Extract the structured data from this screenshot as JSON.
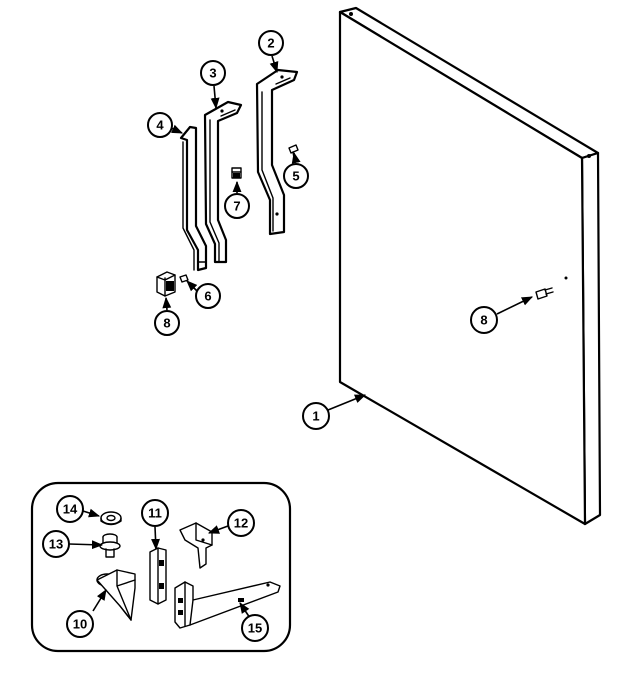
{
  "callouts": {
    "c1": "1",
    "c2": "2",
    "c3": "3",
    "c4": "4",
    "c5": "5",
    "c6": "6",
    "c7": "7",
    "c8a": "8",
    "c8b": "8",
    "c10": "10",
    "c11": "11",
    "c12": "12",
    "c13": "13",
    "c14": "14",
    "c15": "15"
  },
  "colors": {
    "line": "#000000",
    "background": "#ffffff"
  }
}
